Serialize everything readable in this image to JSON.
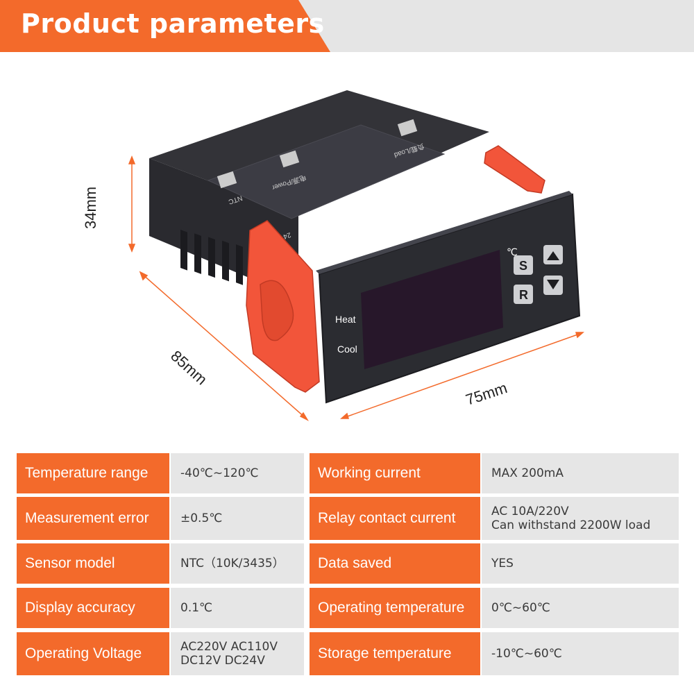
{
  "header": {
    "title": "Product parameters",
    "accent_color": "#f36a2b"
  },
  "product": {
    "labels": {
      "heat": "Heat",
      "cool": "Cool",
      "celsius": "℃",
      "btn_s": "S",
      "btn_r": "R",
      "ntc": "NTC",
      "power": "电源/Power",
      "load": "负载/Load",
      "voltage_rating": "24V"
    },
    "dimensions": {
      "height": "34mm",
      "depth": "85mm",
      "width": "75mm"
    }
  },
  "specs": {
    "left": [
      {
        "label": "Temperature range",
        "value": "-40℃~120℃"
      },
      {
        "label": "Measurement error",
        "value": "±0.5℃"
      },
      {
        "label": "Sensor model",
        "value": "NTC（10K/3435）"
      },
      {
        "label": "Display accuracy",
        "value": "0.1℃"
      },
      {
        "label": "Operating Voltage",
        "value_line1": "AC220V AC110V",
        "value_line2": "DC12V DC24V"
      }
    ],
    "right": [
      {
        "label": "Working current",
        "value": "MAX 200mA"
      },
      {
        "label": "Relay contact current",
        "value_line1": "AC 10A/220V",
        "value_line2": "Can withstand 2200W load"
      },
      {
        "label": "Data saved",
        "value": "YES"
      },
      {
        "label": "Operating temperature",
        "value": "0℃~60℃"
      },
      {
        "label": "Storage temperature",
        "value": "-10℃~60℃"
      }
    ]
  }
}
